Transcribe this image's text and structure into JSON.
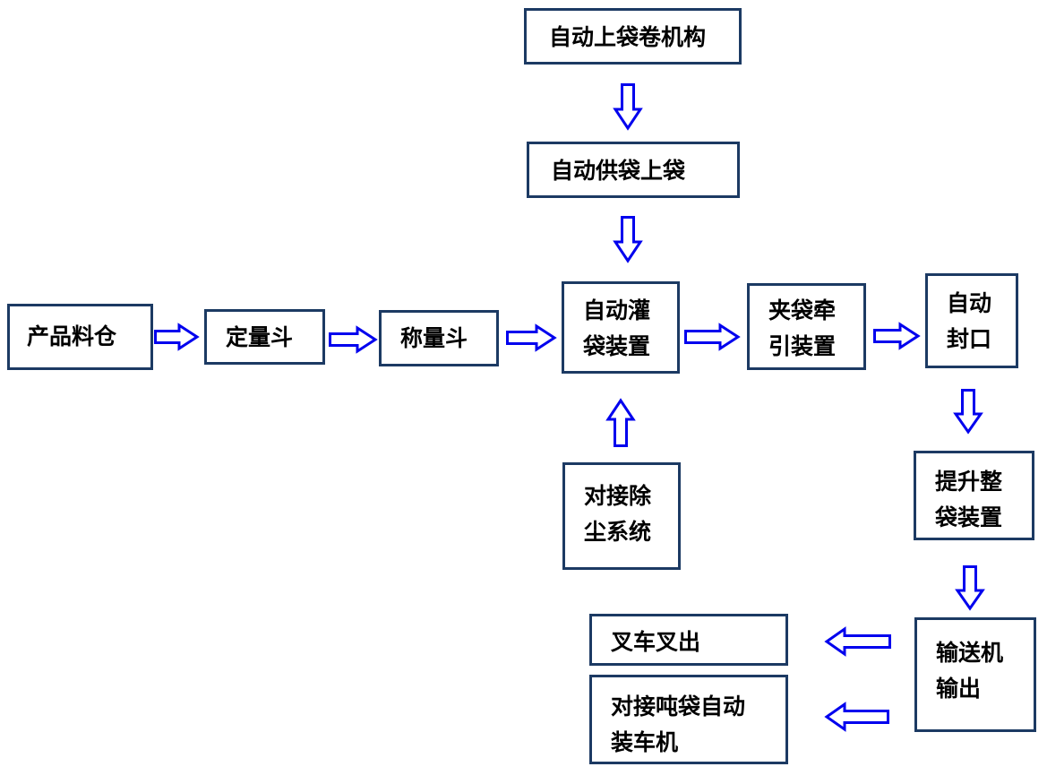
{
  "nodes": {
    "bag_roll_mechanism": {
      "lines": [
        "自动上袋卷机构"
      ]
    },
    "auto_bag_supply": {
      "lines": [
        "自动供袋上袋"
      ]
    },
    "product_silo": {
      "lines": [
        "产品料仓"
      ]
    },
    "dosing_hopper": {
      "lines": [
        "定量斗"
      ]
    },
    "weighing_hopper": {
      "lines": [
        "称量斗"
      ]
    },
    "auto_filling": {
      "lines": [
        "自动灌",
        "袋装置"
      ]
    },
    "bag_clamp_traction": {
      "lines": [
        "夹袋牵",
        "引装置"
      ]
    },
    "auto_sealing": {
      "lines": [
        "自动",
        "封口"
      ]
    },
    "dust_removal": {
      "lines": [
        "对接除",
        "尘系统"
      ]
    },
    "bag_lift_shaping": {
      "lines": [
        "提升整",
        "袋装置"
      ]
    },
    "conveyor_output": {
      "lines": [
        "输送机",
        "输出"
      ]
    },
    "forklift_out": {
      "lines": [
        "叉车叉出"
      ]
    },
    "ton_bag_loader": {
      "lines": [
        "对接吨袋自动",
        "装车机"
      ]
    }
  },
  "colors": {
    "box_border": "#1c3a63",
    "arrow": "#0000ee",
    "text": "#000000"
  }
}
